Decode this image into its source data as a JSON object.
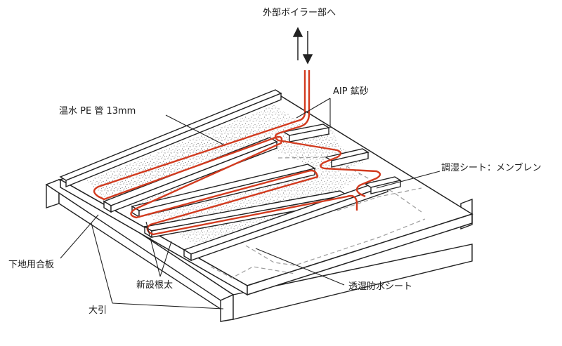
{
  "diagram": {
    "labels": {
      "boiler": "外部ボイラー部へ",
      "aip": "AIP 鉱砂",
      "pipe": "温水 PE 管 13mm",
      "membrane": "調湿シート：メンブレン",
      "plywood": "下地用合板",
      "joist": "新設根太",
      "waterproof": "透湿防水シート",
      "beam": "大引"
    },
    "colors": {
      "pipe": "#d23a1e",
      "line": "#222222",
      "board": "#ffffff",
      "speckle": "#555555",
      "dashed": "#9a9a9a"
    }
  }
}
